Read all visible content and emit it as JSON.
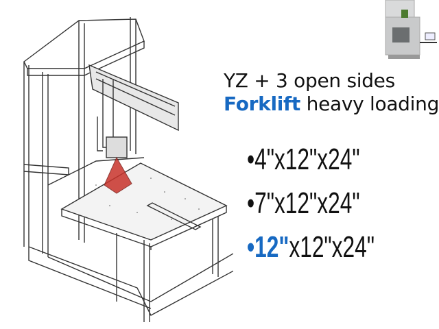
{
  "headline": {
    "line1": "YZ + 3 open sides",
    "line2_highlight": "Forklift",
    "line2_rest": " heavy loading"
  },
  "sizes": [
    {
      "bullet": "•",
      "text": "4\"x12\"x24\""
    },
    {
      "bullet": "•",
      "text": "7\"x12\"x24\""
    },
    {
      "bullet": "•",
      "highlight": "12\"",
      "text": "x12\"x24\""
    }
  ],
  "colors": {
    "accent": "#1769c2",
    "laser_cone": "#c8332b",
    "frame": "#333333"
  }
}
